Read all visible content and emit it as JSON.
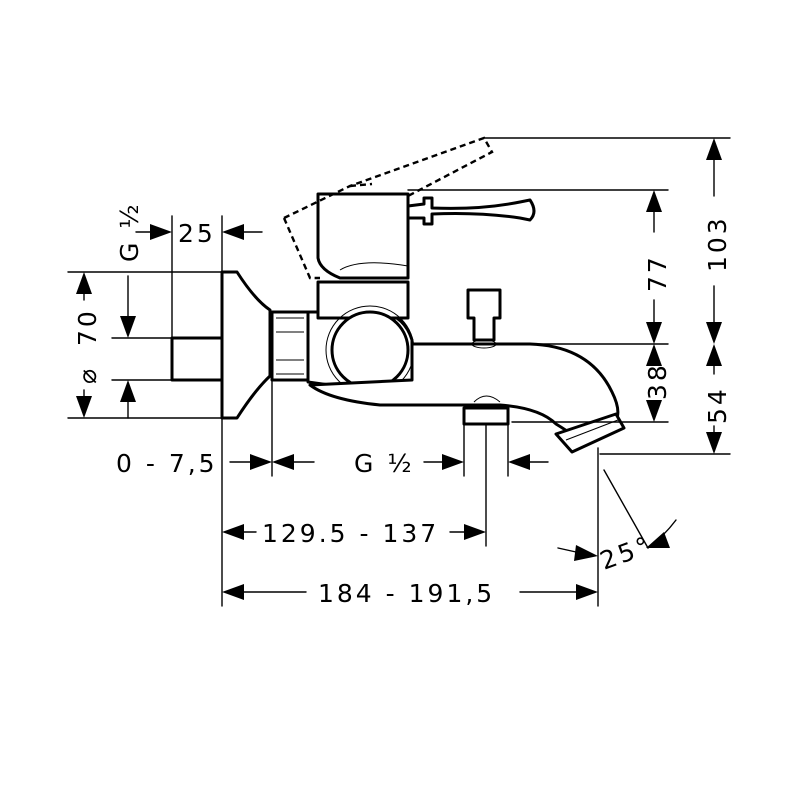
{
  "dimensions": {
    "g_half_inlet": "G ½",
    "inlet_depth": "25",
    "escutcheon_diameter": "70",
    "diameter_symbol": "⌀",
    "wall_offset": "0 - 7,5",
    "outlet_thread": "G ½",
    "outlet_distance": "129.5 - 137",
    "spout_length": "184 - 191,5",
    "spout_angle": "25°",
    "lever_height": "77",
    "total_height": "103",
    "spout_drop": "38",
    "spout_to_axis": "54"
  }
}
